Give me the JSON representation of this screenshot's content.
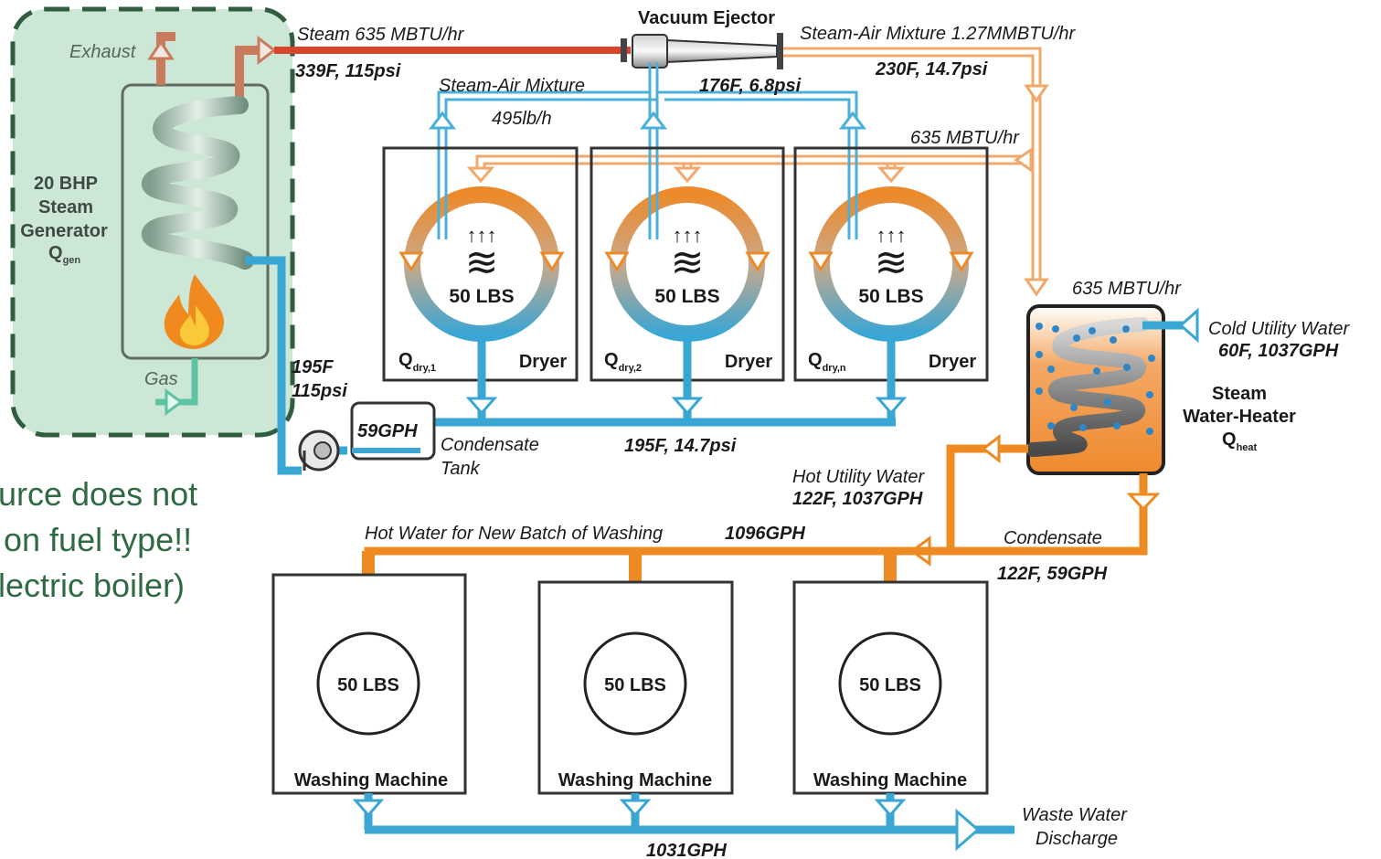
{
  "generator": {
    "line1": "20 BHP",
    "line2": "Steam",
    "line3": "Generator",
    "q_main": "Q",
    "q_sub": "gen",
    "exhaust_label": "Exhaust",
    "gas_label": "Gas"
  },
  "note": {
    "line1": "urce does not",
    "line2": "on fuel type!!",
    "line3": "lectric boiler)"
  },
  "ejector": {
    "title": "Vacuum Ejector",
    "inlet_state": "176F, 6.8psi"
  },
  "steam_line": {
    "label": "Steam 635 MBTU/hr",
    "state": "339F, 115psi"
  },
  "mix_line": {
    "label": "Steam-Air Mixture 1.27MMBTU/hr",
    "state": "230F, 14.7psi"
  },
  "vapor_header": {
    "label": "Steam-Air Mixture",
    "flow": "495lb/h"
  },
  "dryer_feed": {
    "label": "635 MBTU/hr"
  },
  "dryers": [
    {
      "load": "50 LBS",
      "name": "Dryer",
      "q_main": "Q",
      "q_sub": "dry,1"
    },
    {
      "load": "50 LBS",
      "name": "Dryer",
      "q_main": "Q",
      "q_sub": "dry,2"
    },
    {
      "load": "50 LBS",
      "name": "Dryer",
      "q_main": "Q",
      "q_sub": "dry,n"
    }
  ],
  "dryer_glyphs": {
    "arrows": "↑↑↑",
    "waves": "≋"
  },
  "pump_return": {
    "temp": "195F",
    "pressure": "115psi"
  },
  "condensate_tank": {
    "flow": "59GPH",
    "line1": "Condensate",
    "line2": "Tank"
  },
  "condensate_header": {
    "state": "195F, 14.7psi"
  },
  "heater": {
    "feed_label": "635 MBTU/hr",
    "line1": "Steam",
    "line2": "Water-Heater",
    "q_main": "Q",
    "q_sub": "heat"
  },
  "cold_water": {
    "label": "Cold Utility Water",
    "state": "60F, 1037GPH"
  },
  "hot_water": {
    "label": "Hot Utility Water",
    "state": "122F, 1037GPH"
  },
  "heater_condensate": {
    "label": "Condensate",
    "state": "122F, 59GPH"
  },
  "wash_header": {
    "label": "Hot Water for New Batch of Washing",
    "flow": "1096GPH"
  },
  "washers": [
    {
      "load": "50 LBS",
      "name": "Washing Machine"
    },
    {
      "load": "50 LBS",
      "name": "Washing Machine"
    },
    {
      "load": "50 LBS",
      "name": "Washing Machine"
    }
  ],
  "waste": {
    "line1": "Waste Water",
    "line2": "Discharge",
    "flow": "1031GPH"
  },
  "colors": {
    "steam": "#d9452b",
    "mixture": "#f1a86b",
    "hot_water": "#ee8a22",
    "condensate": "#3aa6d3",
    "generator_bg": "#cde7d6",
    "generator_border": "#2f5d3e",
    "gas": "#5ec3a2",
    "exhaust": "#c97b5e"
  }
}
